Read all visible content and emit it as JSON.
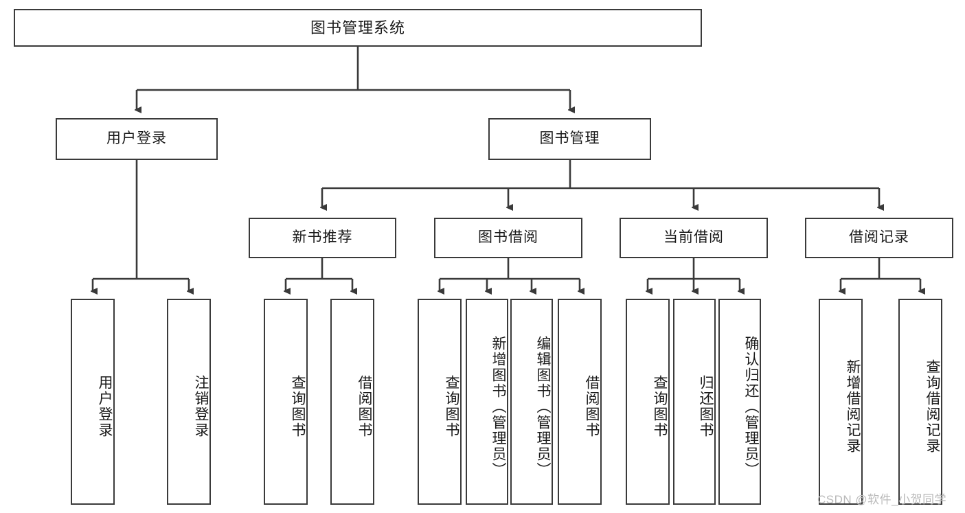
{
  "diagram": {
    "type": "tree",
    "title": "图书管理系统",
    "root": {
      "label": "图书管理系统",
      "children": [
        {
          "label": "用户登录",
          "children": [
            {
              "label": "用户登录"
            },
            {
              "label": "注销登录"
            }
          ]
        },
        {
          "label": "图书管理",
          "children": [
            {
              "label": "新书推荐",
              "children": [
                {
                  "label": "查询图书"
                },
                {
                  "label": "借阅图书"
                }
              ]
            },
            {
              "label": "图书借阅",
              "children": [
                {
                  "label": "查询图书"
                },
                {
                  "label": "新增图书（管理员）"
                },
                {
                  "label": "编辑图书（管理员）"
                },
                {
                  "label": "借阅图书"
                }
              ]
            },
            {
              "label": "当前借阅",
              "children": [
                {
                  "label": "查询图书"
                },
                {
                  "label": "归还图书"
                },
                {
                  "label": "确认归还（管理员）"
                }
              ]
            },
            {
              "label": "借阅记录",
              "children": [
                {
                  "label": "新增借阅记录"
                },
                {
                  "label": "查询借阅记录"
                }
              ]
            }
          ]
        }
      ]
    }
  },
  "nodes": {
    "root": "图书管理系统",
    "l2_user_login": "用户登录",
    "l2_book_manage": "图书管理",
    "l3_new_book_rec": "新书推荐",
    "l3_book_borrow": "图书借阅",
    "l3_current_borrow": "当前借阅",
    "l3_borrow_record": "借阅记录",
    "leaf_user_login": "用户登录",
    "leaf_logout": "注销登录",
    "leaf_rec_query": "查询图书",
    "leaf_rec_borrow": "借阅图书",
    "leaf_borrow_query": "查询图书",
    "leaf_borrow_add": "新增图书（管理员）",
    "leaf_borrow_edit": "编辑图书（管理员）",
    "leaf_borrow_borrow": "借阅图书",
    "leaf_cur_query": "查询图书",
    "leaf_cur_return": "归还图书",
    "leaf_cur_confirm": "确认归还（管理员）",
    "leaf_rec_add": "新增借阅记录",
    "leaf_rec_query2": "查询借阅记录"
  },
  "watermark": {
    "text": "CSDN @软件_小贺同学"
  },
  "colors": {
    "background": "#ffffff",
    "border": "#3a3a3a",
    "text": "#1a1a1a",
    "watermark": "#b9b9b9"
  }
}
